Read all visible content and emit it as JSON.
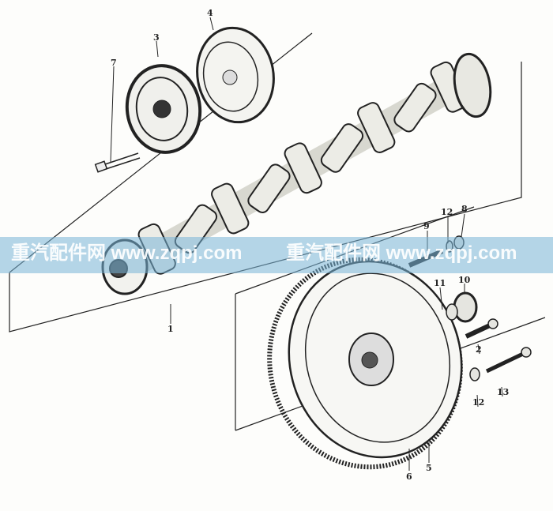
{
  "diagram": {
    "title": "Crankshaft and flywheel assembly exploded view",
    "part_labels": [
      {
        "id": "p4",
        "text": "4"
      },
      {
        "id": "p3",
        "text": "3"
      },
      {
        "id": "p7",
        "text": "7"
      },
      {
        "id": "p1",
        "text": "1"
      },
      {
        "id": "p9",
        "text": "9"
      },
      {
        "id": "p12a",
        "text": "12"
      },
      {
        "id": "p8",
        "text": "8"
      },
      {
        "id": "p10",
        "text": "10"
      },
      {
        "id": "p11",
        "text": "11"
      },
      {
        "id": "p2",
        "text": "2"
      },
      {
        "id": "p12b",
        "text": "12"
      },
      {
        "id": "p13",
        "text": "13"
      },
      {
        "id": "p6",
        "text": "6"
      },
      {
        "id": "p5",
        "text": "5"
      }
    ]
  },
  "watermark": {
    "segments": [
      "重汽配件网 www.zqpj.com",
      "重汽配件网 www.zqpj.com"
    ],
    "color": "#78b4d7"
  }
}
